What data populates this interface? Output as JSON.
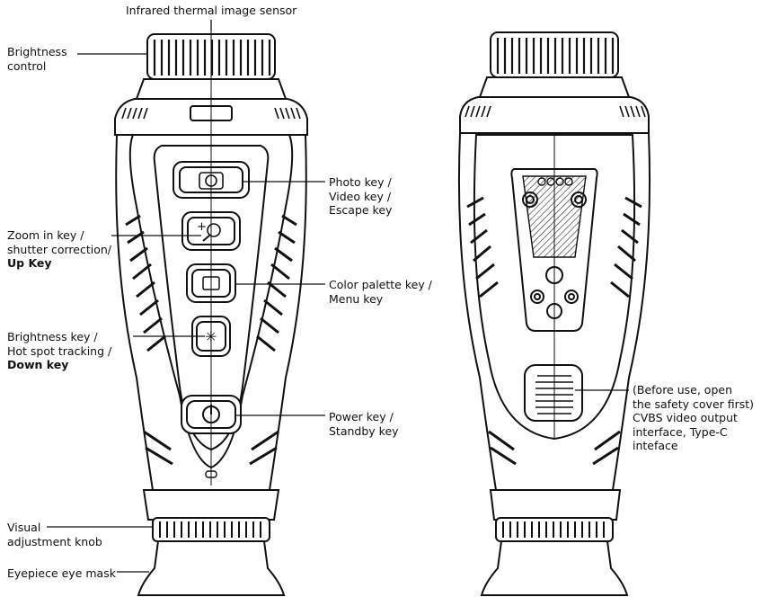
{
  "labels": {
    "sensor": "Infrared thermal image sensor",
    "brightness_control": [
      "Brightness",
      "control"
    ],
    "photo_key": [
      "Photo key /",
      "Video key /",
      "Escape key"
    ],
    "zoom_key": [
      "Zoom in key /",
      "shutter correction/"
    ],
    "zoom_key_bold": "Up Key",
    "palette_key": [
      "Color palette key /",
      "Menu key"
    ],
    "brightness_key": [
      "Brightness key /",
      "Hot spot tracking /"
    ],
    "brightness_key_bold": "Down key",
    "power_key": [
      "Power key /",
      "Standby key"
    ],
    "visual_knob": [
      "Visual",
      "adjustment knob"
    ],
    "eyepiece": "Eyepiece eye mask",
    "cover_note": [
      "(Before use, open",
      "the safety cover first)",
      "CVBS video output",
      "interface, Type-C",
      "inteface"
    ]
  }
}
